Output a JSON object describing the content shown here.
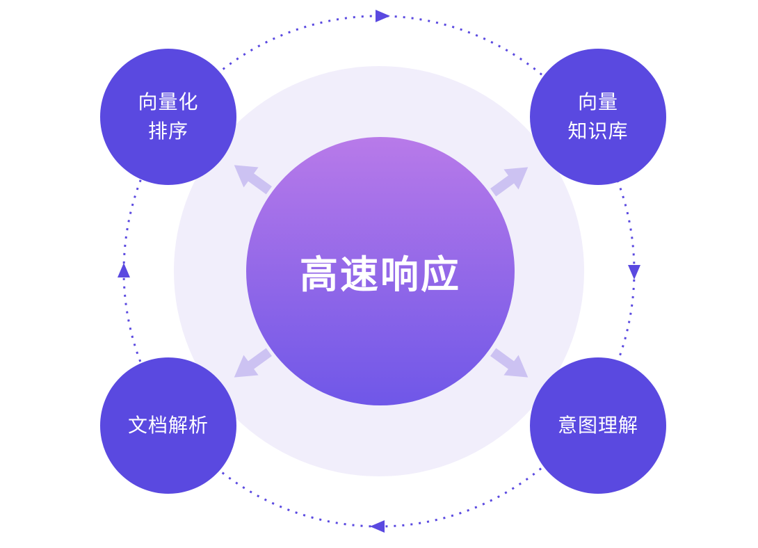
{
  "diagram": {
    "center": {
      "label": "高速响应"
    },
    "satellites": [
      {
        "name": "vectorization-ranking",
        "lines": [
          "向量化",
          "排序"
        ]
      },
      {
        "name": "vector-knowledge-base",
        "lines": [
          "向量",
          "知识库"
        ]
      },
      {
        "name": "document-parsing",
        "lines": [
          "文档解析"
        ]
      },
      {
        "name": "intent-understanding",
        "lines": [
          "意图理解"
        ]
      }
    ]
  },
  "icons": {
    "orbit_arrows": "small filled triangles on the dashed ring pointing clockwise (top, right, bottom, left)",
    "spoke_arrows": "thick block arrows radiating outward from the center toward each satellite circle"
  },
  "colors": {
    "node": "#5a49e0",
    "orbit": "#5a49e0",
    "halo": "#f1eefb",
    "spoke_arrow": "#ccc2f2",
    "center_top": "#b87ae9",
    "center_bottom": "#6f57e8",
    "text": "#ffffff",
    "background": "#ffffff"
  }
}
